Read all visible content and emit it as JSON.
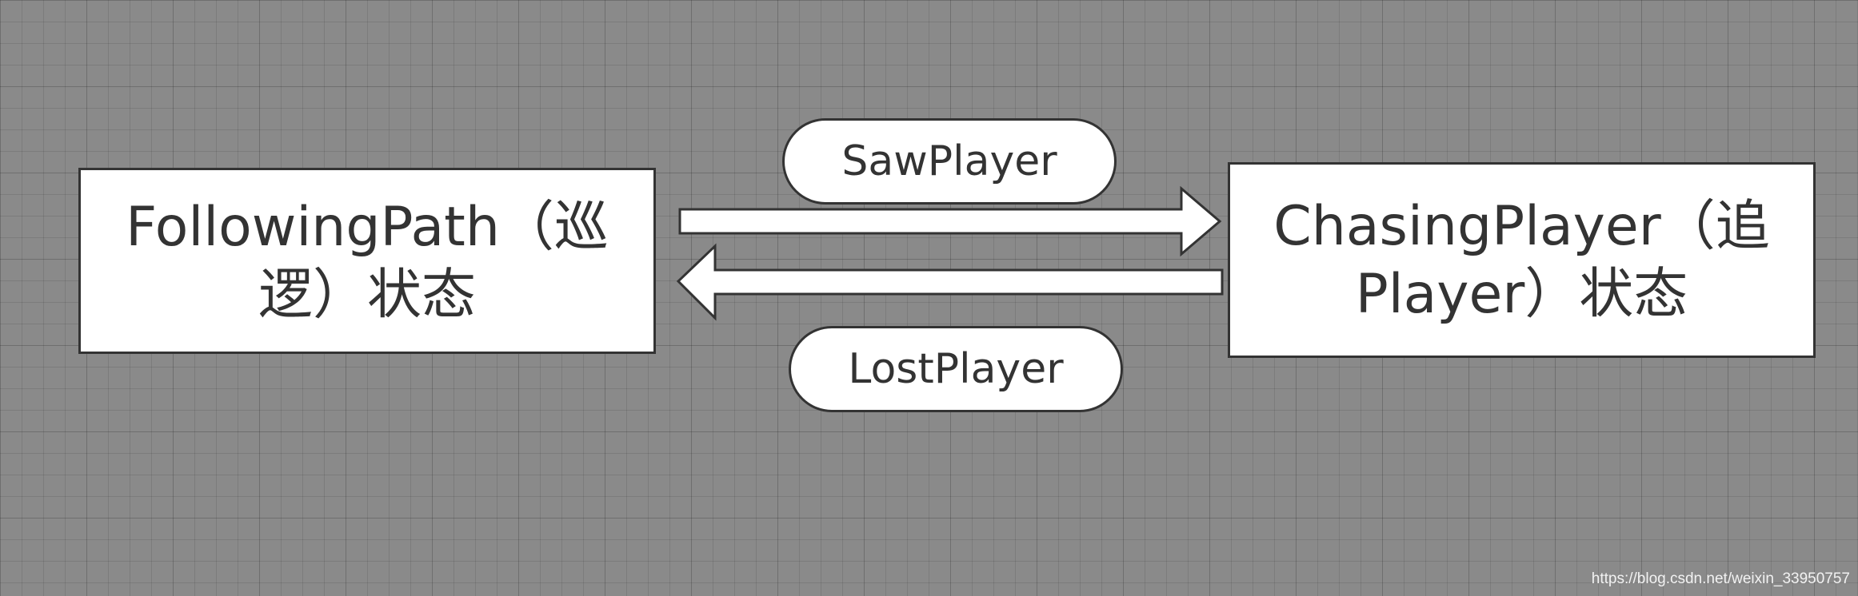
{
  "states": {
    "following": "FollowingPath（巡逻）状态",
    "chasing": "ChasingPlayer（追Player）状态"
  },
  "events": {
    "saw_player": "SawPlayer",
    "lost_player": "LostPlayer"
  },
  "watermark": "https://blog.csdn.net/weixin_33950757",
  "colors": {
    "background": "#8a8a8a",
    "box_fill": "#ffffff",
    "stroke": "#333333"
  }
}
